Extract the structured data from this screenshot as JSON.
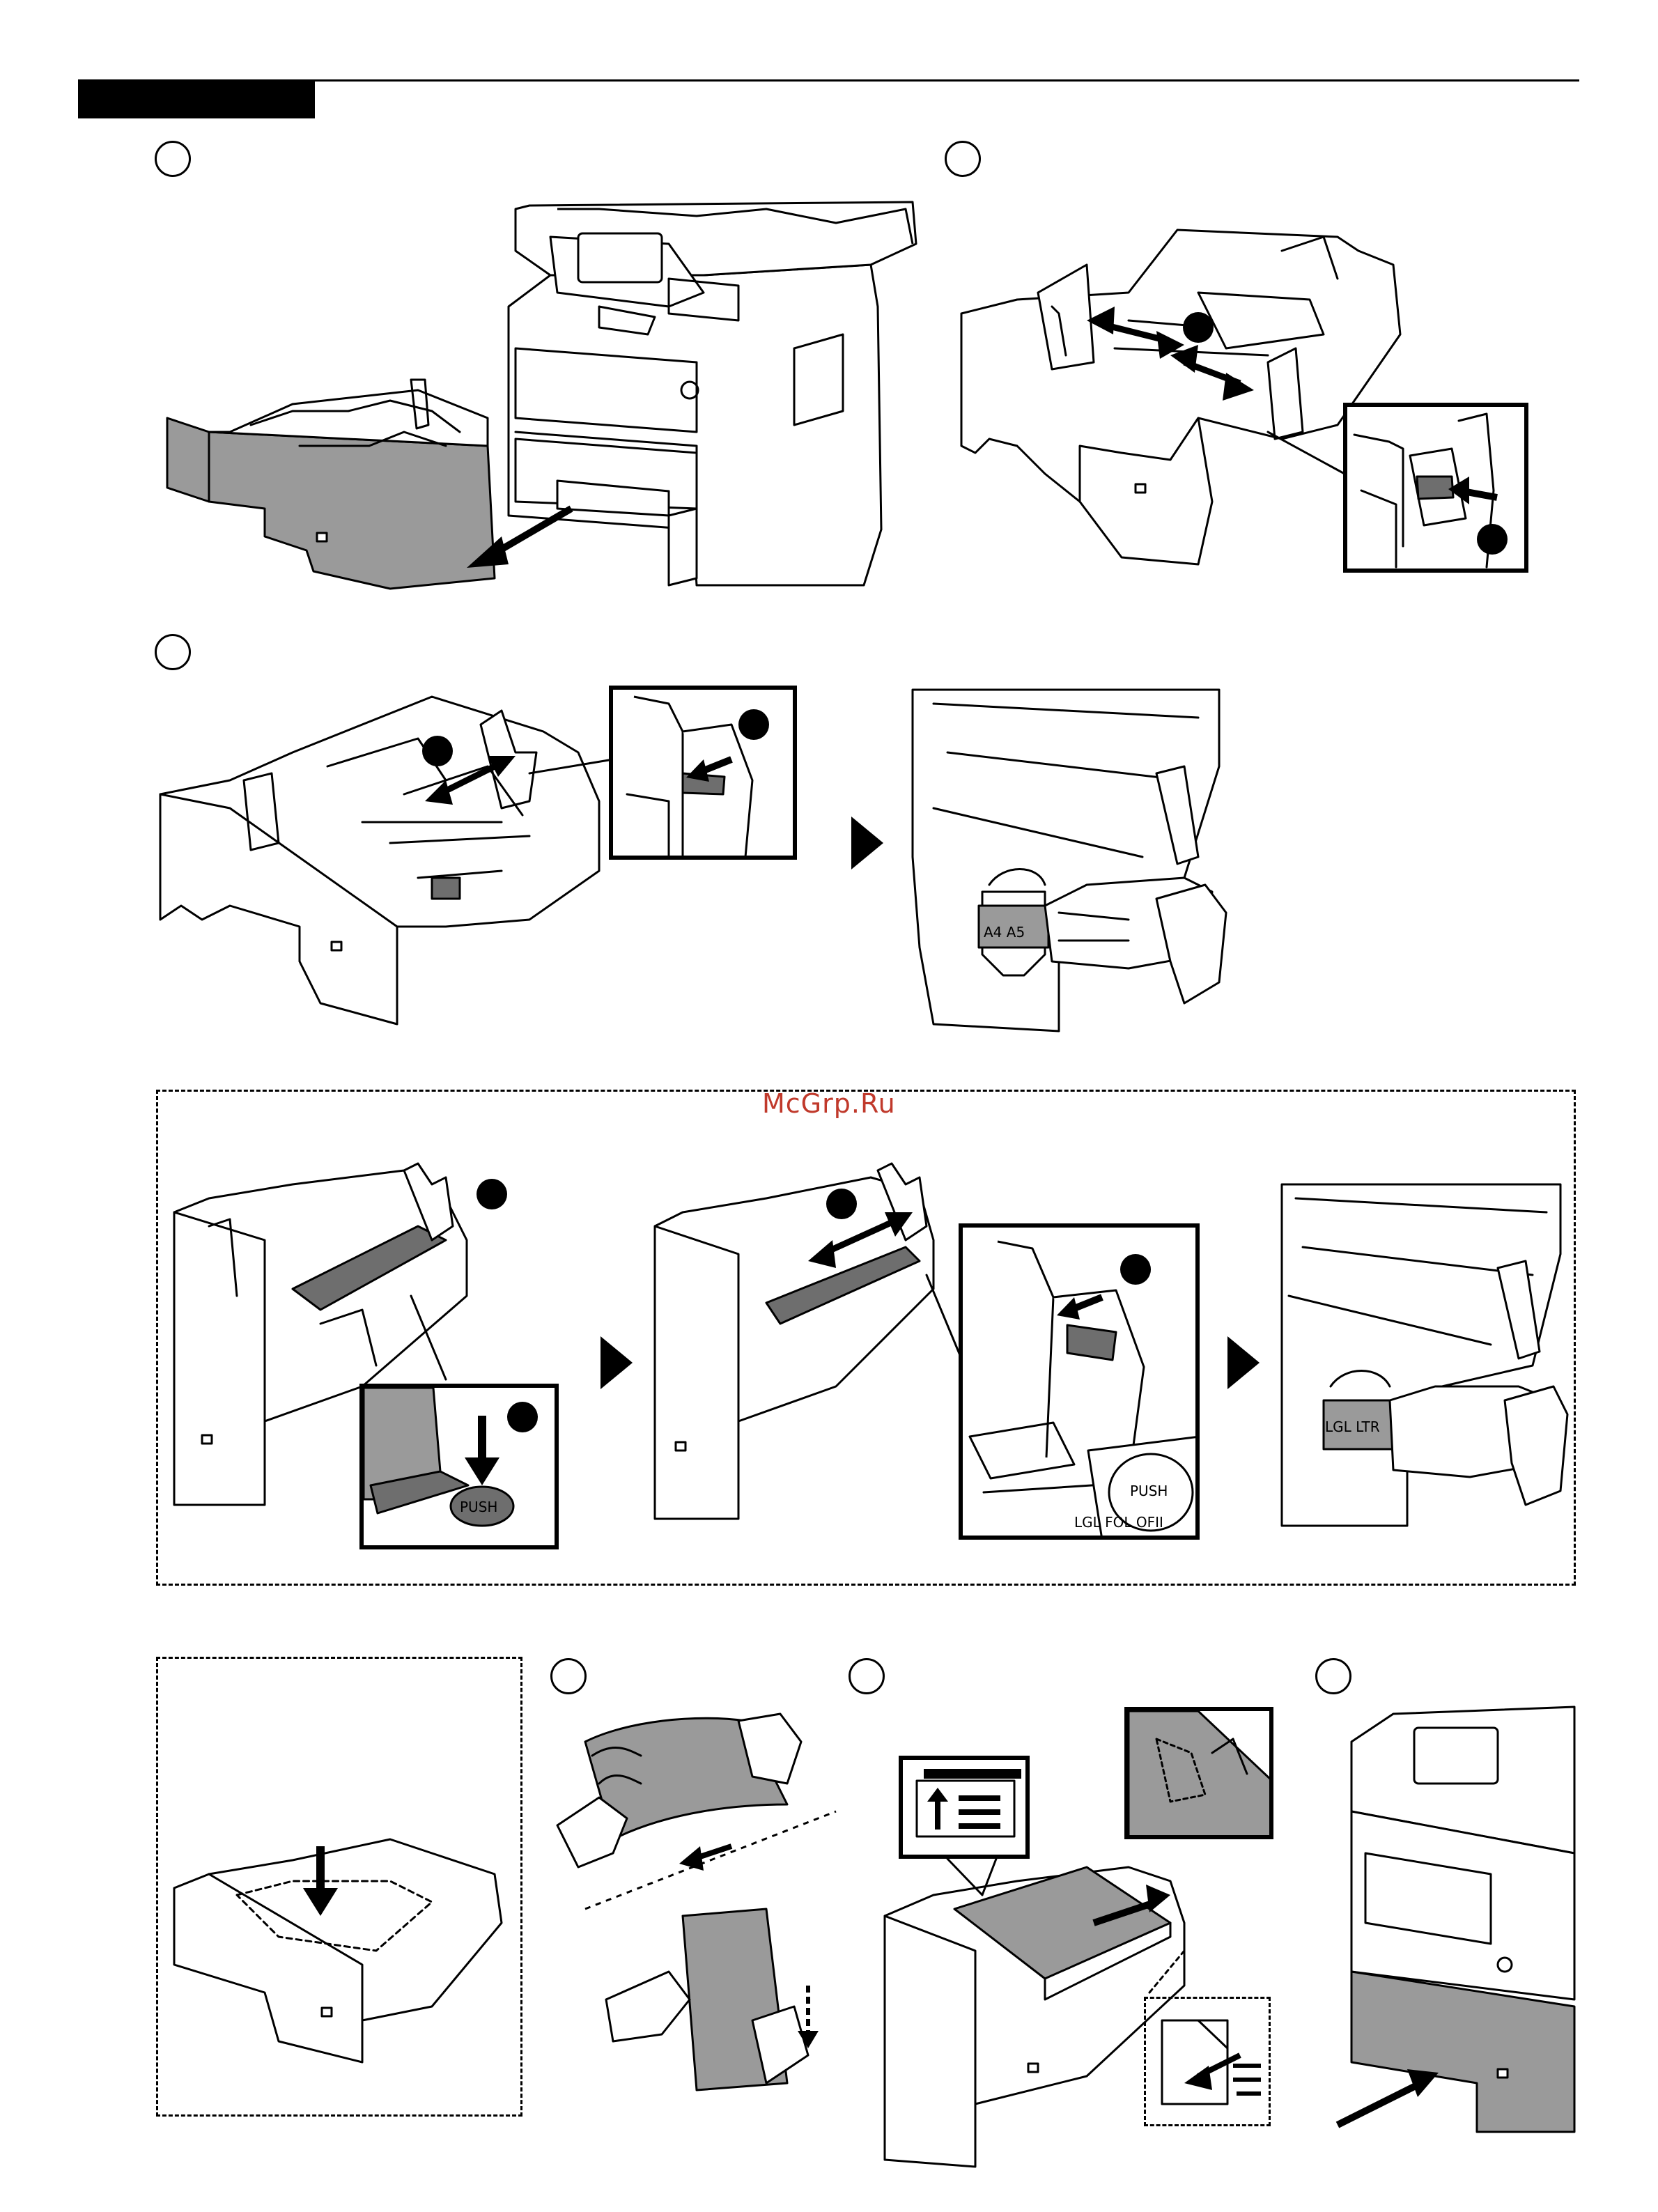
{
  "watermark": "McGrp.Ru",
  "dial_labels": {
    "dial_1": "A4 A5",
    "dial_2": "LGL LTR",
    "push_1": "PUSH",
    "push_2": "PUSH",
    "guide_labels": "LGL FOL OFII"
  }
}
